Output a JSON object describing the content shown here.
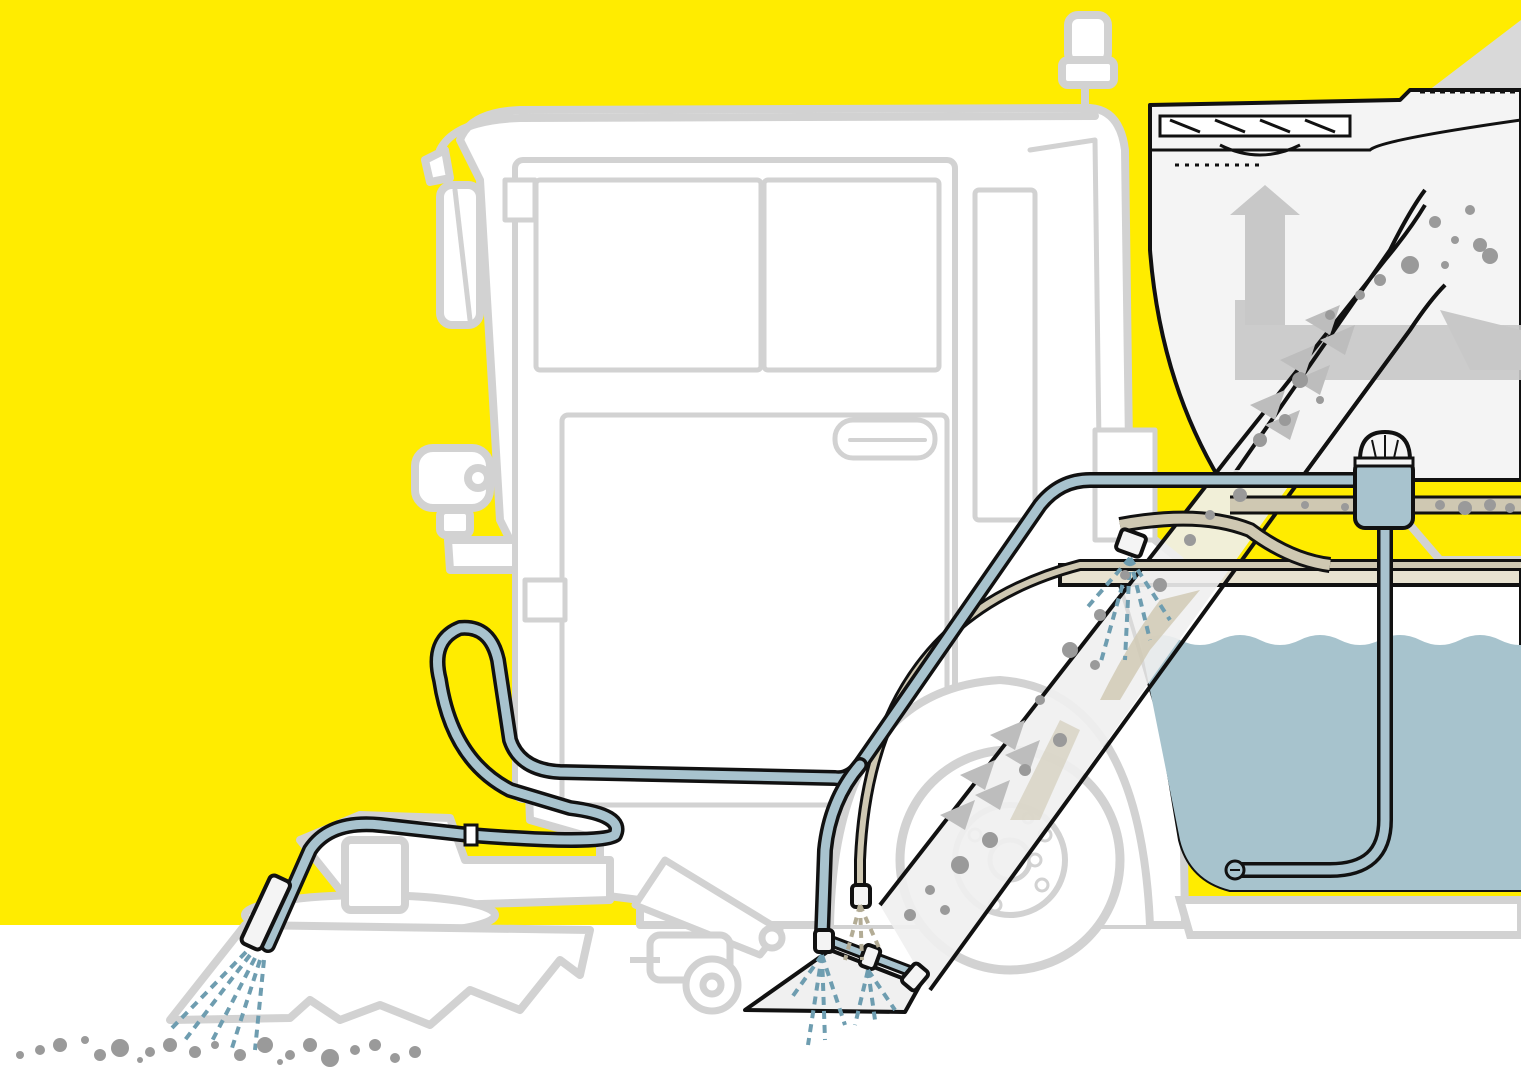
{
  "scene": {
    "description_visible_text": "",
    "colors": {
      "background_yellow": "#FFEC00",
      "ground": "#FFFFFF",
      "vehicle_outline": "#D2D2D2",
      "vehicle_fill": "#FFFFFF",
      "hopper_fill": "#F4F4F4",
      "hopper_outline": "#111111",
      "hose_fill": "#A8C3CE",
      "hose_outline": "#1A1A1A",
      "water": "#A7C3CD",
      "sludge": "#CFC8B2",
      "debris": "#9A9A9A",
      "spray": "#6E9DB0",
      "arrows": "#BDBDBD"
    },
    "icons": [
      "street-sweeper-cab",
      "debris-hopper",
      "water-tank",
      "suction-tube",
      "side-brush",
      "suction-mouth",
      "water-pump",
      "spray-nozzle"
    ]
  }
}
